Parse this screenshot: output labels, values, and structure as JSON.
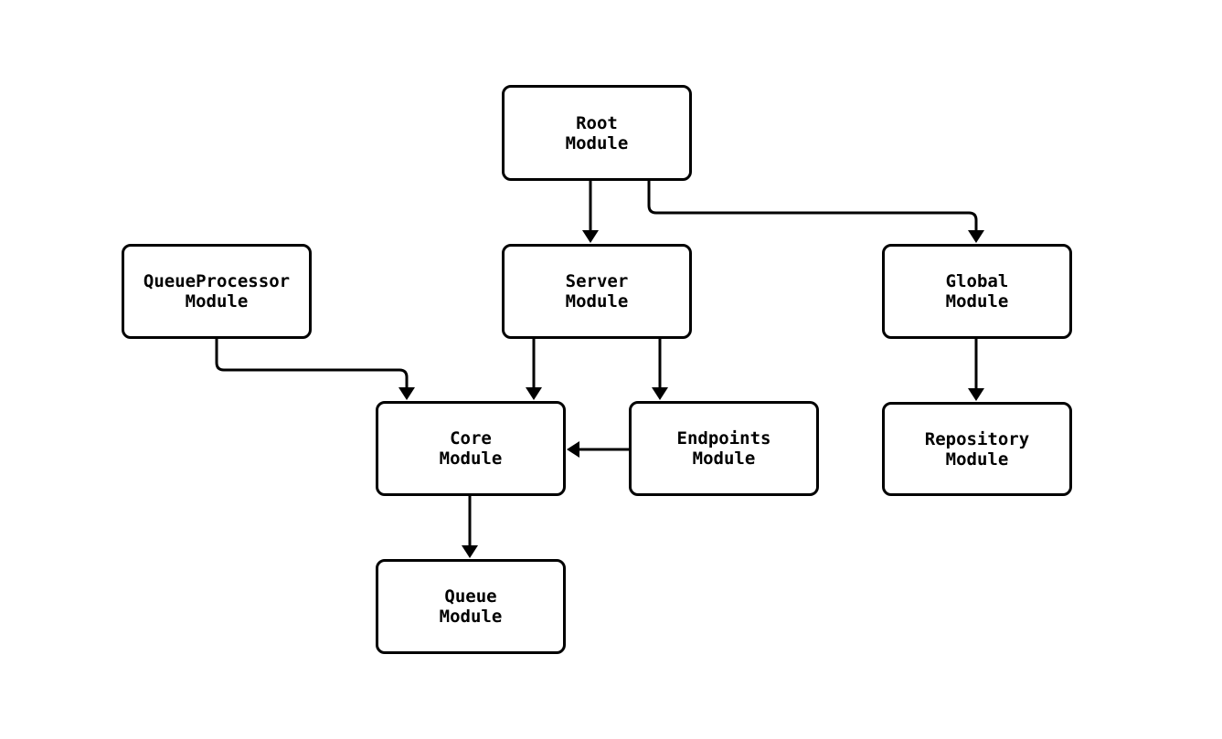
{
  "diagram": {
    "type": "module-dependency-graph",
    "background_color": "#ffffff",
    "stroke_color": "#000000",
    "text_color": "#000000",
    "nodes": [
      {
        "id": "root",
        "line1": "Root",
        "line2": "Module"
      },
      {
        "id": "queueprocessor",
        "line1": "QueueProcessor",
        "line2": "Module"
      },
      {
        "id": "server",
        "line1": "Server",
        "line2": "Module"
      },
      {
        "id": "global",
        "line1": "Global",
        "line2": "Module"
      },
      {
        "id": "core",
        "line1": "Core",
        "line2": "Module"
      },
      {
        "id": "endpoints",
        "line1": "Endpoints",
        "line2": "Module"
      },
      {
        "id": "repository",
        "line1": "Repository",
        "line2": "Module"
      },
      {
        "id": "queue",
        "line1": "Queue",
        "line2": "Module"
      }
    ],
    "edges": [
      {
        "from": "root",
        "to": "server"
      },
      {
        "from": "root",
        "to": "global"
      },
      {
        "from": "queueprocessor",
        "to": "core"
      },
      {
        "from": "server",
        "to": "core"
      },
      {
        "from": "server",
        "to": "endpoints"
      },
      {
        "from": "endpoints",
        "to": "core"
      },
      {
        "from": "global",
        "to": "repository"
      },
      {
        "from": "core",
        "to": "queue"
      }
    ]
  }
}
